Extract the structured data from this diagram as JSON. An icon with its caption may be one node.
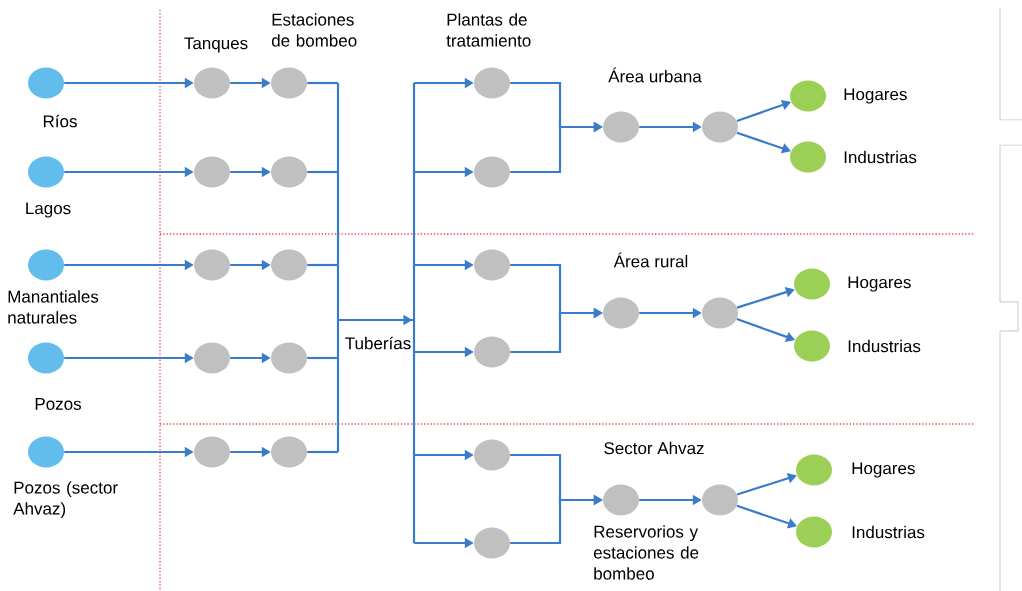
{
  "diagram": {
    "nodes": [
      {
        "text": [],
        "shape": "circle",
        "beside": [
          "Ríos"
        ]
      },
      {
        "text": [],
        "shape": "circle",
        "beside": [
          "Lagos"
        ]
      },
      {
        "text": [],
        "shape": "circle",
        "beside": [
          "Manantiales naturales"
        ]
      },
      {
        "text": [],
        "shape": "circle",
        "beside": [
          "Pozos"
        ]
      },
      {
        "text": [],
        "shape": "circle",
        "beside": [
          "Pozos (sector Ahvaz)"
        ]
      },
      {
        "text": [],
        "shape": "circle"
      },
      {
        "text": [],
        "shape": "circle"
      },
      {
        "text": [],
        "shape": "circle"
      },
      {
        "text": [],
        "shape": "circle"
      },
      {
        "text": [],
        "shape": "circle"
      },
      {
        "text": [],
        "shape": "circle"
      },
      {
        "text": [],
        "shape": "circle"
      },
      {
        "text": [],
        "shape": "circle"
      },
      {
        "text": [],
        "shape": "circle"
      },
      {
        "text": [],
        "shape": "circle"
      },
      {
        "text": [],
        "shape": "circle"
      },
      {
        "text": [],
        "shape": "circle"
      },
      {
        "text": [],
        "shape": "circle"
      },
      {
        "text": [],
        "shape": "circle"
      },
      {
        "text": [],
        "shape": "circle"
      },
      {
        "text": [],
        "shape": "circle"
      },
      {
        "text": [],
        "shape": "circle",
        "beside": [
          "Área urbana"
        ]
      },
      {
        "text": [],
        "shape": "circle",
        "beside": [
          "Área rural"
        ]
      },
      {
        "text": [],
        "shape": "circle",
        "beside": [
          "Sector Ahvaz",
          "Reservorios y estaciones de bombeo"
        ]
      },
      {
        "text": [],
        "shape": "circle"
      },
      {
        "text": [],
        "shape": "circle"
      },
      {
        "text": [],
        "shape": "circle"
      },
      {
        "text": [],
        "shape": "circle",
        "beside": [
          "Hogares"
        ]
      },
      {
        "text": [],
        "shape": "circle",
        "beside": [
          "Industrias"
        ]
      },
      {
        "text": [],
        "shape": "circle",
        "beside": [
          "Hogares"
        ]
      },
      {
        "text": [],
        "shape": "circle",
        "beside": [
          "Industrias"
        ]
      },
      {
        "text": [],
        "shape": "circle",
        "beside": [
          "Hogares"
        ]
      },
      {
        "text": [],
        "shape": "circle",
        "beside": [
          "Industrias"
        ]
      }
    ],
    "edges": [
      {
        "from": 0,
        "to": 5,
        "arrow": "to"
      },
      {
        "from": 1,
        "to": 6,
        "arrow": "to"
      },
      {
        "from": 2,
        "to": 7,
        "arrow": "to"
      },
      {
        "from": 3,
        "to": 8,
        "arrow": "to"
      },
      {
        "from": 4,
        "to": 9,
        "arrow": "to"
      },
      {
        "from": 5,
        "to": 10,
        "arrow": "to"
      },
      {
        "from": 6,
        "to": 11,
        "arrow": "to"
      },
      {
        "from": 7,
        "to": 12,
        "arrow": "to"
      },
      {
        "from": 8,
        "to": 13,
        "arrow": "to"
      },
      {
        "from": 9,
        "to": 14,
        "arrow": "to"
      },
      {
        "from": 10,
        "to": 15,
        "arrow": "to"
      },
      {
        "from": 10,
        "to": 16,
        "arrow": "to"
      },
      {
        "from": 10,
        "to": 17,
        "arrow": "to"
      },
      {
        "from": 10,
        "to": 18,
        "arrow": "to"
      },
      {
        "from": 10,
        "to": 19,
        "arrow": "to"
      },
      {
        "from": 10,
        "to": 20,
        "arrow": "to"
      },
      {
        "from": 11,
        "to": 15,
        "arrow": "to"
      },
      {
        "from": 11,
        "to": 16,
        "arrow": "to"
      },
      {
        "from": 11,
        "to": 17,
        "arrow": "to"
      },
      {
        "from": 11,
        "to": 18,
        "arrow": "to"
      },
      {
        "from": 11,
        "to": 19,
        "arrow": "to"
      },
      {
        "from": 11,
        "to": 20,
        "arrow": "to"
      },
      {
        "from": 12,
        "to": 15,
        "arrow": "to"
      },
      {
        "from": 12,
        "to": 16,
        "arrow": "to"
      },
      {
        "from": 12,
        "to": 17,
        "arrow": "to"
      },
      {
        "from": 12,
        "to": 18,
        "arrow": "to"
      },
      {
        "from": 12,
        "to": 19,
        "arrow": "to"
      },
      {
        "from": 12,
        "to": 20,
        "arrow": "to"
      },
      {
        "from": 13,
        "to": 15,
        "arrow": "to"
      },
      {
        "from": 13,
        "to": 16,
        "arrow": "to"
      },
      {
        "from": 13,
        "to": 17,
        "arrow": "to"
      },
      {
        "from": 13,
        "to": 18,
        "arrow": "to"
      },
      {
        "from": 13,
        "to": 19,
        "arrow": "to"
      },
      {
        "from": 13,
        "to": 20,
        "arrow": "to"
      },
      {
        "from": 14,
        "to": 15,
        "arrow": "to"
      },
      {
        "from": 14,
        "to": 16,
        "arrow": "to"
      },
      {
        "from": 14,
        "to": 17,
        "arrow": "to"
      },
      {
        "from": 14,
        "to": 18,
        "arrow": "to"
      },
      {
        "from": 14,
        "to": 19,
        "arrow": "to"
      },
      {
        "from": 14,
        "to": 20,
        "arrow": "to"
      },
      {
        "from": 15,
        "to": 21,
        "arrow": "to"
      },
      {
        "from": 16,
        "to": 21,
        "arrow": "to"
      },
      {
        "from": 17,
        "to": 22,
        "arrow": "to"
      },
      {
        "from": 18,
        "to": 22,
        "arrow": "to"
      },
      {
        "from": 19,
        "to": 23,
        "arrow": "to"
      },
      {
        "from": 20,
        "to": 23,
        "arrow": "to"
      },
      {
        "from": 21,
        "to": 24,
        "arrow": "to"
      },
      {
        "from": 22,
        "to": 25,
        "arrow": "to"
      },
      {
        "from": 23,
        "to": 26,
        "arrow": "to"
      },
      {
        "from": 24,
        "to": 27,
        "arrow": "to"
      },
      {
        "from": 24,
        "to": 28,
        "arrow": "to"
      },
      {
        "from": 25,
        "to": 29,
        "arrow": "to"
      },
      {
        "from": 25,
        "to": 30,
        "arrow": "to"
      },
      {
        "from": 26,
        "to": 31,
        "arrow": "to"
      },
      {
        "from": 26,
        "to": 32,
        "arrow": "to"
      }
    ],
    "labels": [
      "Tanques",
      "Estaciones de bombeo",
      "Plantas de tratamiento",
      "Tuberías"
    ]
  }
}
